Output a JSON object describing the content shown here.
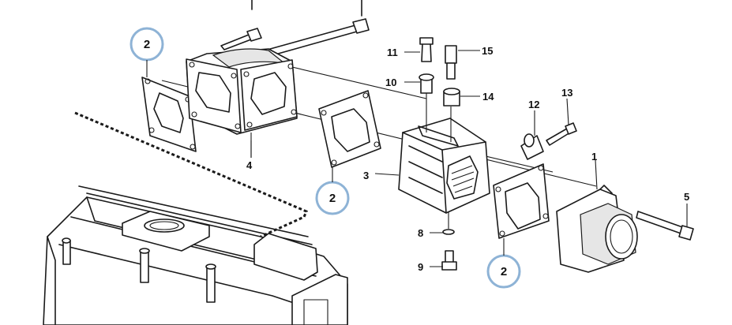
{
  "callouts": {
    "c1": "1",
    "c2a": "2",
    "c2b": "2",
    "c2c": "2",
    "c3": "3",
    "c4": "4",
    "c5": "5",
    "c8": "8",
    "c9": "9",
    "c10": "10",
    "c11": "11",
    "c12": "12",
    "c13": "13",
    "c14": "14",
    "c15": "15"
  },
  "colors": {
    "highlight_ring": "#8eb3d6",
    "line": "#1a1a1a"
  }
}
